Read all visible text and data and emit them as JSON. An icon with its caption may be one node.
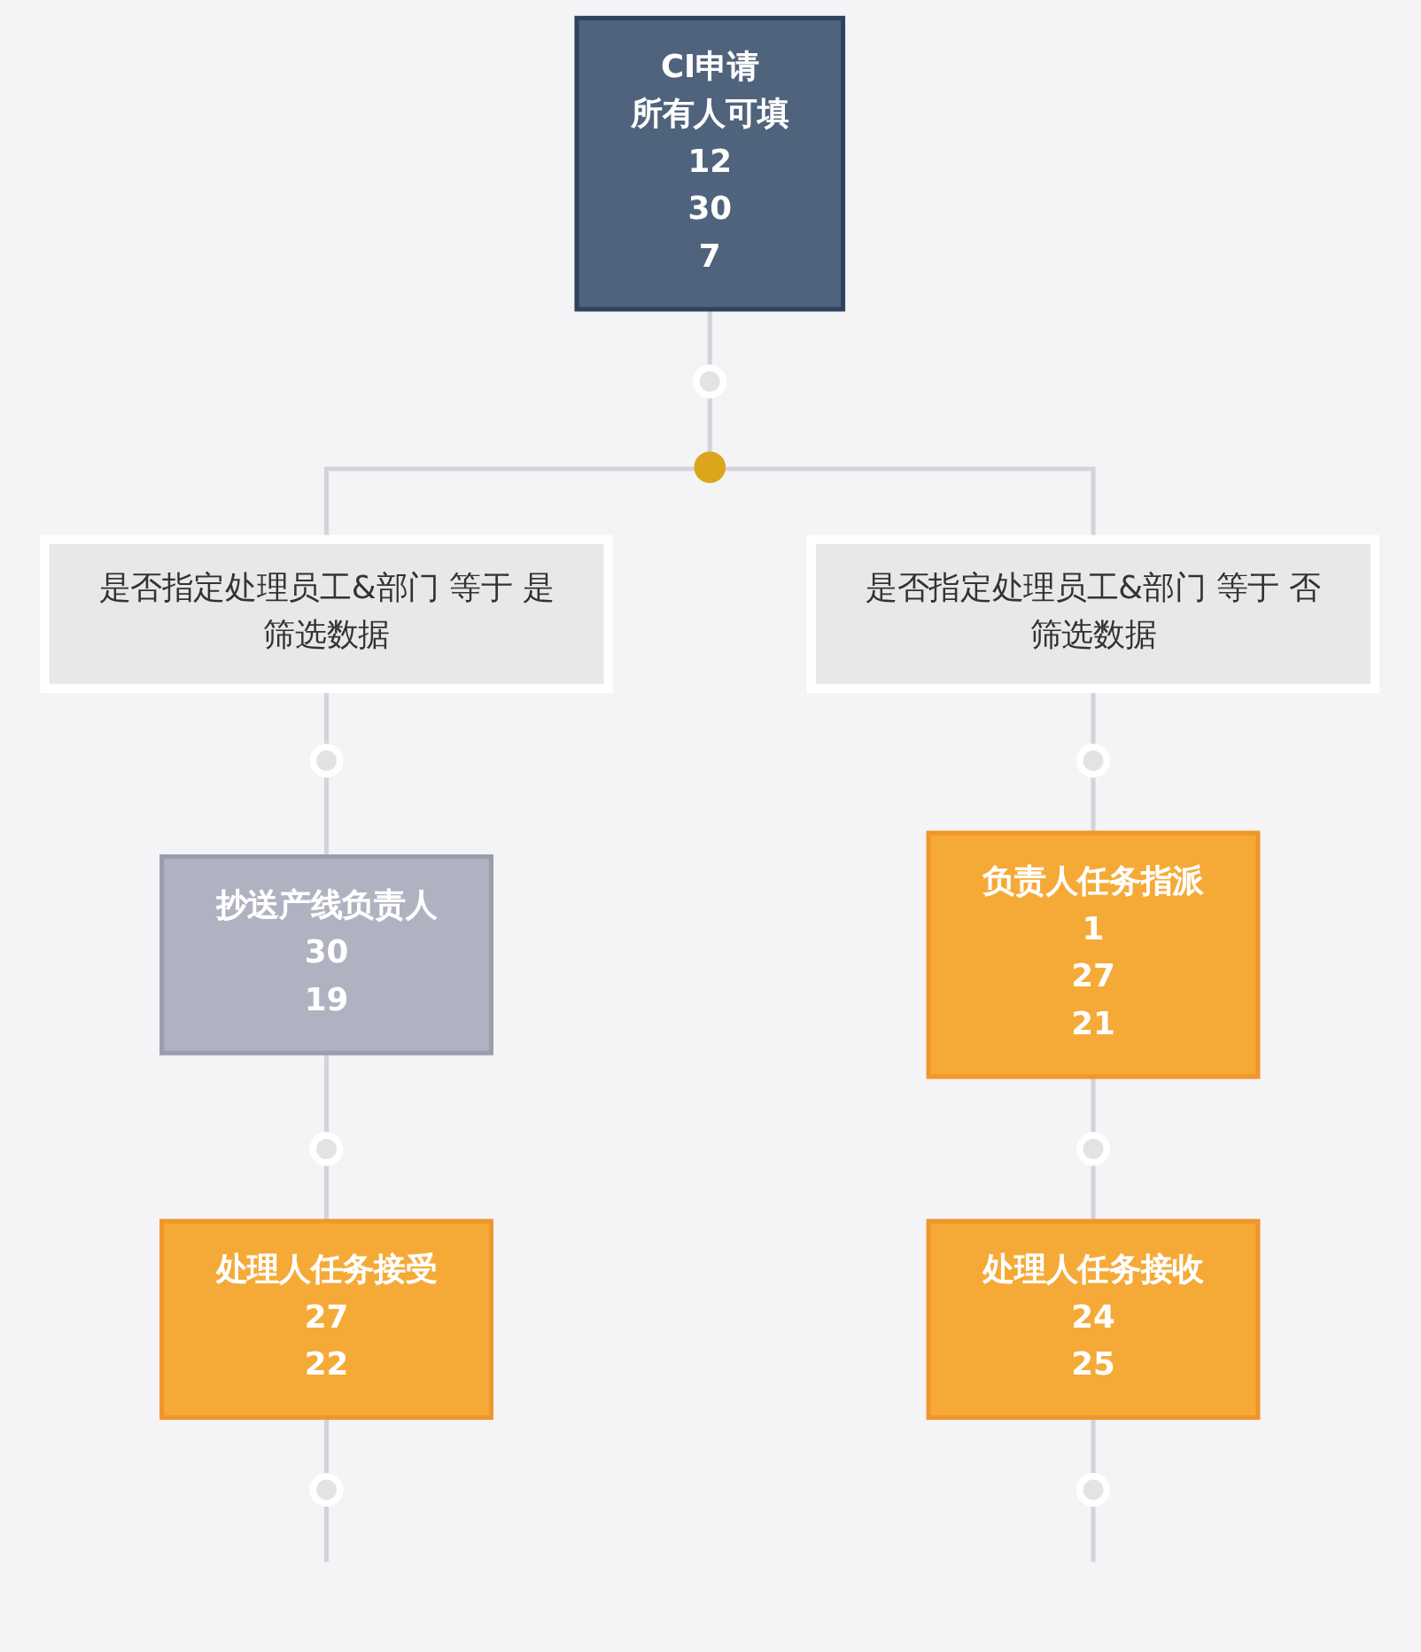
{
  "diagram": {
    "nodes": [
      {
        "text": [
          "CI申请",
          "所有人可填",
          "12",
          "30",
          "7"
        ]
      },
      {
        "text": [],
        "shape": "circle"
      },
      {
        "text": [],
        "shape": "circle"
      },
      {
        "text": [
          "是否指定处理员工&部门 等于 是",
          "筛选数据"
        ]
      },
      {
        "text": [
          "是否指定处理员工&部门 等于 否",
          "筛选数据"
        ]
      },
      {
        "text": [],
        "shape": "circle"
      },
      {
        "text": [],
        "shape": "circle"
      },
      {
        "text": [
          "抄送产线负责人",
          "30",
          "19"
        ]
      },
      {
        "text": [
          "负责人任务指派",
          "1",
          "27",
          "21"
        ]
      },
      {
        "text": [],
        "shape": "circle"
      },
      {
        "text": [],
        "shape": "circle"
      },
      {
        "text": [
          "处理人任务接受",
          "27",
          "22"
        ]
      },
      {
        "text": [
          "处理人任务接收",
          "24",
          "25"
        ]
      },
      {
        "text": [],
        "shape": "circle"
      },
      {
        "text": [],
        "shape": "circle"
      }
    ],
    "edges": [
      {
        "from": 0,
        "to": 1,
        "arrow": "none"
      },
      {
        "from": 1,
        "to": 2,
        "arrow": "none"
      },
      {
        "from": 2,
        "to": 3,
        "arrow": "none"
      },
      {
        "from": 2,
        "to": 4,
        "arrow": "none"
      },
      {
        "from": 3,
        "to": 5,
        "arrow": "none"
      },
      {
        "from": 4,
        "to": 6,
        "arrow": "none"
      },
      {
        "from": 5,
        "to": 7,
        "arrow": "none"
      },
      {
        "from": 6,
        "to": 8,
        "arrow": "none"
      },
      {
        "from": 7,
        "to": 9,
        "arrow": "none"
      },
      {
        "from": 8,
        "to": 10,
        "arrow": "none"
      },
      {
        "from": 9,
        "to": 11,
        "arrow": "none"
      },
      {
        "from": 10,
        "to": 12,
        "arrow": "none"
      },
      {
        "from": 11,
        "to": 13,
        "arrow": "none"
      },
      {
        "from": 12,
        "to": 14,
        "arrow": "none"
      },
      {
        "from": 13,
        "to": null,
        "arrow": "none"
      },
      {
        "from": 14,
        "to": null,
        "arrow": "none"
      }
    ]
  }
}
